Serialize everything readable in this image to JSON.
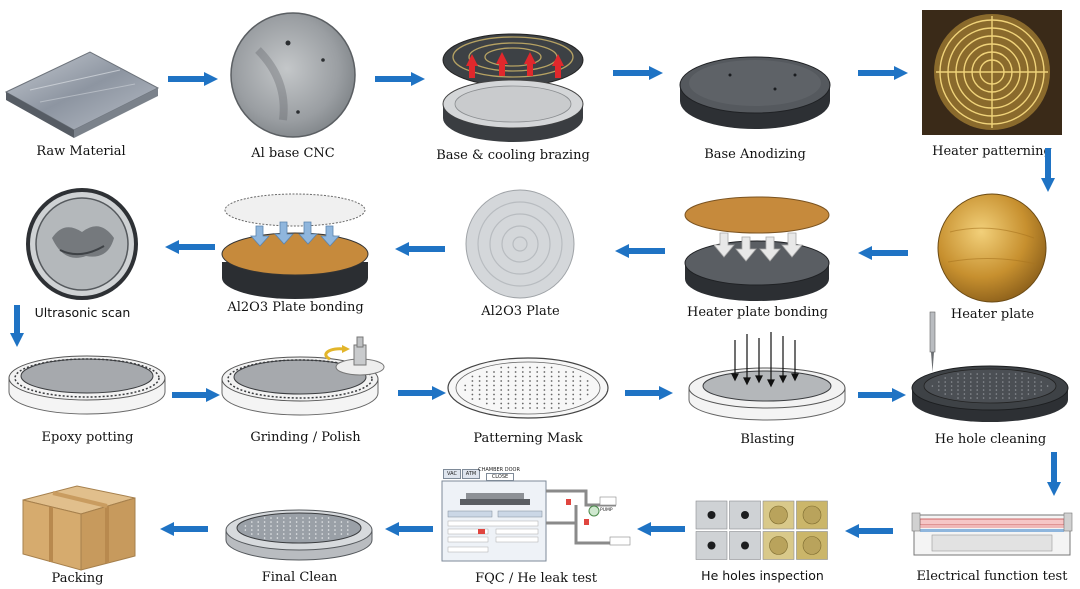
{
  "diagram": {
    "steps": [
      {
        "id": "raw",
        "label": "Raw Material"
      },
      {
        "id": "cnc",
        "label": "Al base CNC"
      },
      {
        "id": "braze",
        "label": "Base & cooling brazing"
      },
      {
        "id": "anod",
        "label": "Base Anodizing"
      },
      {
        "id": "heatpat",
        "label": "Heater patterning"
      },
      {
        "id": "heatplate",
        "label": "Heater plate"
      },
      {
        "id": "hpbond",
        "label": "Heater plate bonding"
      },
      {
        "id": "al2o3",
        "label": "Al2O3 Plate"
      },
      {
        "id": "al2o3bond",
        "label": "Al2O3 Plate bonding"
      },
      {
        "id": "ultra",
        "label": "Ultrasonic scan"
      },
      {
        "id": "epoxy",
        "label": "Epoxy potting"
      },
      {
        "id": "grind",
        "label": "Grinding / Polish"
      },
      {
        "id": "mask",
        "label": "Patterning Mask"
      },
      {
        "id": "blast",
        "label": "Blasting"
      },
      {
        "id": "hehole",
        "label": "He hole cleaning"
      },
      {
        "id": "elec",
        "label": "Electrical function test"
      },
      {
        "id": "inspect",
        "label": "He holes inspection"
      },
      {
        "id": "fqc",
        "label": "FQC / He leak test"
      },
      {
        "id": "final",
        "label": "Final Clean"
      },
      {
        "id": "pack",
        "label": "Packing"
      }
    ],
    "fqc_panel": {
      "btn_vac": "VAC",
      "btn_atm": "ATM",
      "door": "CHAMBER DOOR",
      "door_state": "CLOSE",
      "pump": "PUMP"
    },
    "colors": {
      "arrow": "#1f73c4",
      "plate_gray": "#6f7378",
      "heater_gold": "#c7902f",
      "bond_gold": "#c68a3c",
      "inspect_gold": "#b9a35c"
    }
  }
}
